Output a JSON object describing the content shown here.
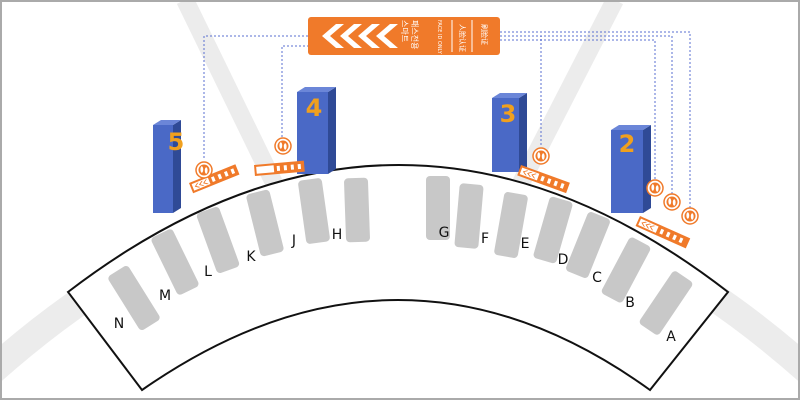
{
  "colors": {
    "background": "#ffffff",
    "frame": "#aaaaaa",
    "zone_fill": "#ececec",
    "counter": "#c8c8c8",
    "desk_outline": "#111111",
    "pillar": "#4a69c6",
    "pillar_side": "#2f4a96",
    "accent": "#f07a2a",
    "pillar_number": "#f0a01e",
    "dotted_line": "#5a6fd0"
  },
  "counters": {
    "labels": [
      "A",
      "B",
      "C",
      "D",
      "E",
      "F",
      "G",
      "H",
      "J",
      "K",
      "L",
      "M",
      "N"
    ]
  },
  "pillars": [
    {
      "id": "p5",
      "number": "5"
    },
    {
      "id": "p4",
      "number": "4"
    },
    {
      "id": "p3",
      "number": "3"
    },
    {
      "id": "p2",
      "number": "2"
    }
  ],
  "sign": {
    "main_line_1": "스마트",
    "main_line_2": "패스전용",
    "face_only": "FACE ID ONLY",
    "cn_1": "人脸认证",
    "cn_2": "刷脸证"
  },
  "icons": {
    "chevrons": "chevron-left-icon",
    "footprints": "footprints-icon"
  }
}
